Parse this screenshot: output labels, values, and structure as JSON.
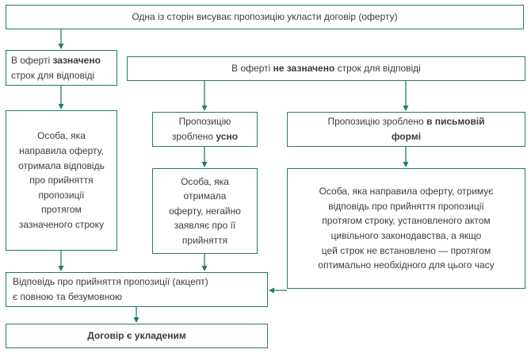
{
  "colors": {
    "border": "#1f7b6d",
    "arrow": "#1f7b6d",
    "text": "#3b3b3b",
    "bg": "#ffffff"
  },
  "nodes": {
    "top": {
      "text": "Одна із сторін висуває пропозицію укласти договір (оферту)"
    },
    "specified": {
      "pre": "В оферті ",
      "bold": "зазначено",
      "post": "\nстрок для відповіді"
    },
    "not_specified": {
      "pre": "В оферті ",
      "bold": "не зазначено",
      "post": " строк для відповіді"
    },
    "specified_result": {
      "text": "Особа, яка\nнаправила оферту,\nотримала відповідь\nпро прийняття\nпропозиції\nпротягом\nзазначеного строку"
    },
    "oral": {
      "pre": "Пропозицію\nзроблено ",
      "bold": "усно"
    },
    "written": {
      "pre": "Пропозицію зроблено ",
      "bold": "в письмовій\nформі"
    },
    "oral_result": {
      "text": "Особа, яка\nотримала\nоферту, негайно\nзаявляє про її\nприйняття"
    },
    "written_result": {
      "text": "Особа, яка направила оферту, отримує\nвідповідь про прийняття пропозиції\nпротягом строку, установленого актом\nцивільного законодавства, а якщо\nцей строк не встановлено — протягом\nоптимально необхідного для цього часу"
    },
    "acceptance": {
      "text": "Відповідь про прийняття пропозиції (акцепт)\nє повною та безумовною"
    },
    "concluded": {
      "text": "Договір є укладеним"
    }
  }
}
